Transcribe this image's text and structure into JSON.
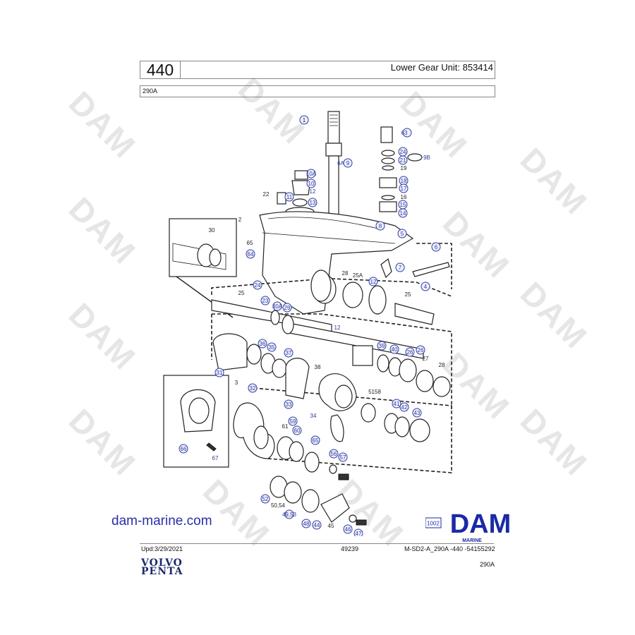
{
  "header": {
    "page_number": "440",
    "title": "Lower Gear Unit: 853414"
  },
  "model": "290A",
  "callouts": {
    "c1": "1",
    "c2": "2",
    "c3": "3",
    "c4": "4",
    "c5": "5",
    "c6": "6",
    "c7": "7",
    "c8": "8",
    "c9": "9",
    "c6a": "6A",
    "c63": "63",
    "c24": "24",
    "c9b": "9B",
    "c21": "21",
    "c19": "19",
    "c18": "18",
    "c17": "17",
    "c16": "16",
    "c15": "15",
    "c14": "14",
    "c10a": "10A",
    "c10": "10",
    "c11": "11",
    "c12a": "12",
    "c13": "13",
    "c22": "22",
    "c30": "30",
    "c65": "65",
    "c64": "64",
    "c28a": "28",
    "c25a": "25A",
    "c12b": "12",
    "c25b": "25",
    "c25c": "25",
    "c24b": "24",
    "c23": "23",
    "c30a": "30A",
    "c29": "29",
    "c12c": "12",
    "c39": "39",
    "c40": "40",
    "c26": "26",
    "c26b": "26",
    "c27": "27",
    "c28b": "28",
    "c31": "31",
    "c36": "36",
    "c35": "35",
    "c37": "37",
    "c38": "38",
    "c32": "32",
    "c33": "33",
    "c34": "34",
    "c5158": "5158",
    "c41": "41",
    "c42": "42",
    "c43": "43",
    "c59": "59",
    "c61": "61",
    "c60": "60",
    "c65b": "65",
    "c56": "56",
    "c57": "57",
    "c66": "66",
    "c67": "67",
    "c52": "52",
    "c5054": "50,54",
    "c4953": "49,53",
    "c48": "48",
    "c44": "44",
    "c45": "45",
    "c46": "46",
    "c47": "47"
  },
  "watermark": "DAM",
  "url": "dam-marine.com",
  "footer": {
    "updated": "Upd:3/29/2021",
    "code": "49239",
    "doc_ref": "M-SD2-A_290A -440 -54155292",
    "model": "290A"
  },
  "brand": {
    "volvo_line1": "VOLVO",
    "volvo_line2": "PENTA"
  },
  "dam_logo": {
    "number": "1002",
    "text": "DAM",
    "sub": "MARINE",
    "color": "#1a2aa6"
  }
}
